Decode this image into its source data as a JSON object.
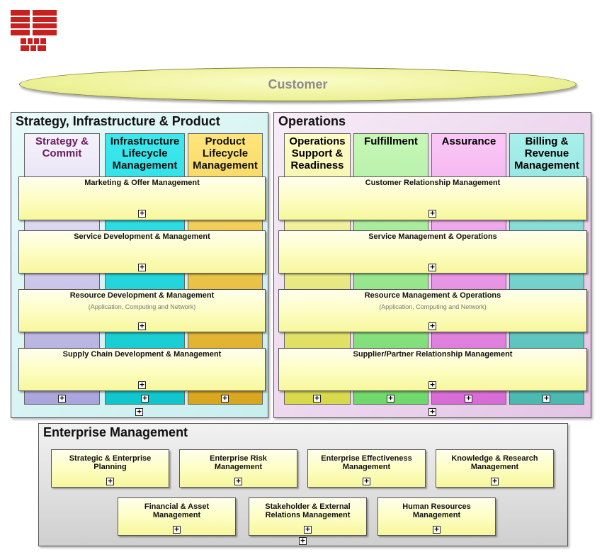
{
  "customer": "Customer",
  "sip": {
    "title": "Strategy, Infrastructure & Product",
    "columns": [
      {
        "lines": [
          "Strategy &",
          "Commit"
        ],
        "color": "#6b1a5e",
        "bg_top": "#f6f2fb",
        "bg_bottom": "#a9a4db"
      },
      {
        "lines": [
          "Infrastructure",
          "Lifecycle",
          "Management"
        ],
        "color": "#111111",
        "bg_top": "#3be8ee",
        "bg_bottom": "#10c6cc"
      },
      {
        "lines": [
          "Product",
          "Lifecycle",
          "Management"
        ],
        "color": "#111111",
        "bg_top": "#ffe57a",
        "bg_bottom": "#d8a51e"
      }
    ],
    "rows": [
      {
        "title": "Marketing & Offer Management",
        "subtitle": ""
      },
      {
        "title": "Service Development & Management",
        "subtitle": ""
      },
      {
        "title": "Resource Development & Management",
        "subtitle": "(Application, Computing and Network)"
      },
      {
        "title": "Supply Chain Development & Management",
        "subtitle": ""
      }
    ]
  },
  "ops": {
    "title": "Operations",
    "columns": [
      {
        "lines": [
          "Operations",
          "Support &",
          "Readiness"
        ],
        "color": "#111111",
        "bg_top": "#fdfdc8",
        "bg_bottom": "#d8d84a"
      },
      {
        "lines": [
          "Fulfillment"
        ],
        "color": "#111111",
        "bg_top": "#c8f7b8",
        "bg_bottom": "#6fd86a"
      },
      {
        "lines": [
          "Assurance"
        ],
        "color": "#111111",
        "bg_top": "#fbc8f7",
        "bg_bottom": "#d86ad6"
      },
      {
        "lines": [
          "Billing &",
          "Revenue",
          "Management"
        ],
        "color": "#111111",
        "bg_top": "#a8f0ec",
        "bg_bottom": "#4ab8b0"
      }
    ],
    "rows": [
      {
        "title": "Customer Relationship Management",
        "subtitle": ""
      },
      {
        "title": "Service Management & Operations",
        "subtitle": ""
      },
      {
        "title": "Resource Management & Operations",
        "subtitle": "(Application, Computing and Network)"
      },
      {
        "title": "Supplier/Partner Relationship Management",
        "subtitle": ""
      }
    ]
  },
  "em": {
    "title": "Enterprise Management",
    "boxes_row1": [
      {
        "lines": [
          "Strategic & Enterprise",
          "Planning"
        ]
      },
      {
        "lines": [
          "Enterprise Risk Management"
        ]
      },
      {
        "lines": [
          "Enterprise Effectiveness",
          "Management"
        ]
      },
      {
        "lines": [
          "Knowledge & Research",
          "Management"
        ]
      }
    ],
    "boxes_row2": [
      {
        "lines": [
          "Financial & Asset",
          "Management"
        ]
      },
      {
        "lines": [
          "Stakeholder & External",
          "Relations Management"
        ]
      },
      {
        "lines": [
          "Human Resources",
          "Management"
        ]
      }
    ]
  },
  "expand_symbol": "+"
}
